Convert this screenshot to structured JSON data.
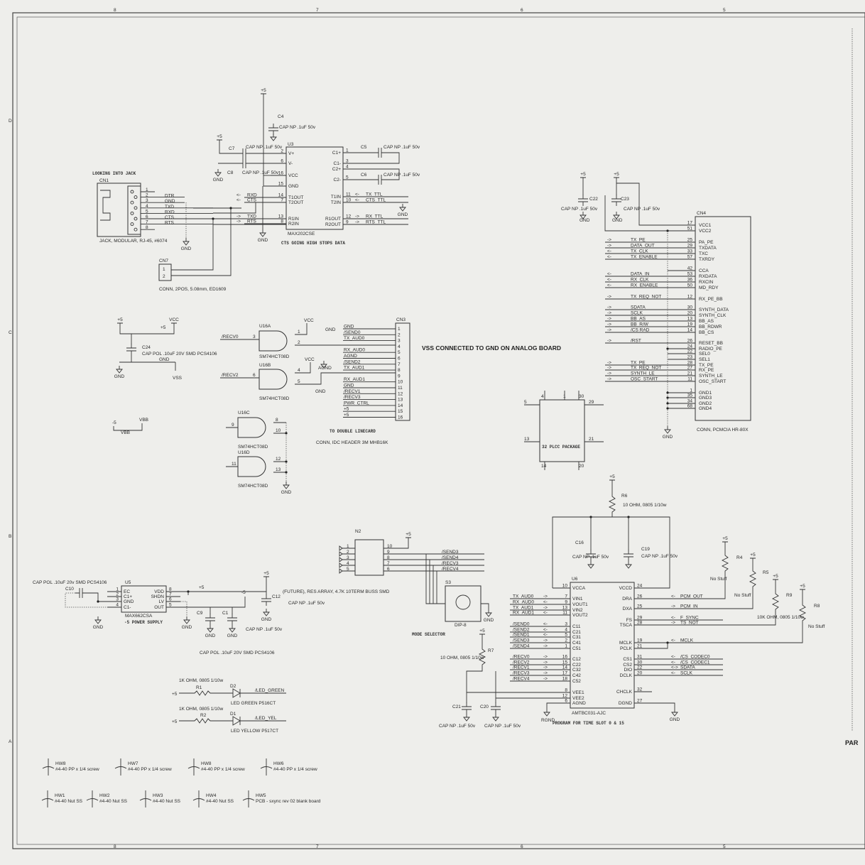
{
  "sheet": {
    "cols": [
      "8",
      "7",
      "6",
      "5"
    ],
    "rows": [
      "D",
      "C",
      "B",
      "A"
    ],
    "corner": "PAR"
  },
  "notes": {
    "looking_into_jack": "LOOKING INTO JACK",
    "cts_note": "CTS GOING HIGH STOPS DATA",
    "vss_note": "VSS CONNECTED TO GND ON ANALOG BOARD",
    "to_linecard": "TO  DOUBLE LINECARD",
    "mode_selector": "MODE SELECTOR",
    "program_note": "PROGRAM FOR TIME SLOT 0 & 15",
    "power_supply": "-5 POWER SUPPLY",
    "plcc": "32 PLCC PACKAGE",
    "res_array": "(FUTURE), RES ARRAY, 4.7K 10TERM BUSS SMD"
  },
  "power": {
    "p5": "+5",
    "m5": "-5",
    "gnd": "GND",
    "vcc": "VCC",
    "vss": "VSS",
    "vbb": "VBB",
    "agnd": "AGND",
    "rgnd": "RGND"
  },
  "cn1": {
    "ref": "CN1",
    "desc": "JACK, MODULAR, RJ-45, #6074",
    "pins": [
      "1",
      "2",
      "3",
      "4",
      "5",
      "6",
      "7",
      "8"
    ],
    "nets": [
      "",
      "DTR",
      "GND",
      "TXD",
      "RXD",
      "CTS",
      "RTS",
      ""
    ]
  },
  "cn7": {
    "ref": "CN7",
    "desc": "CONN, 2POS, 5.08mm, ED1609",
    "pins": [
      "1",
      "2"
    ]
  },
  "u3": {
    "ref": "U3",
    "part": "MAX202CSE",
    "left": [
      {
        "pin": "2",
        "name": "V+",
        "net": "",
        "dir": ""
      },
      {
        "pin": "6",
        "name": "V-",
        "net": "",
        "dir": ""
      },
      {
        "pin": "16",
        "name": "VCC",
        "net": "",
        "dir": ""
      },
      {
        "pin": "15",
        "name": "GND",
        "net": "",
        "dir": ""
      },
      {
        "pin": "14",
        "name": "T1OUT",
        "net": "RXD",
        "dir": "<-"
      },
      {
        "pin": "7",
        "name": "T2OUT",
        "net": "CTS",
        "dir": "<-"
      },
      {
        "pin": "13",
        "name": "R1IN",
        "net": "TXD",
        "dir": "->"
      },
      {
        "pin": "8",
        "name": "R2IN",
        "net": "RTS",
        "dir": "->"
      }
    ],
    "right": [
      {
        "pin": "1",
        "name": "C1+",
        "net": "",
        "dir": ""
      },
      {
        "pin": "3",
        "name": "C1-",
        "net": "",
        "dir": ""
      },
      {
        "pin": "4",
        "name": "C2+",
        "net": "",
        "dir": ""
      },
      {
        "pin": "5",
        "name": "C2-",
        "net": "",
        "dir": ""
      },
      {
        "pin": "11",
        "name": "T1IN",
        "net": "TX_TTL",
        "dir": "<-"
      },
      {
        "pin": "10",
        "name": "T2IN",
        "net": "CTS_TTL",
        "dir": "<-"
      },
      {
        "pin": "12",
        "name": "R1OUT",
        "net": "RX_TTL",
        "dir": "->"
      },
      {
        "pin": "9",
        "name": "R2OUT",
        "net": "RTS_TTL",
        "dir": "->"
      }
    ]
  },
  "caps": {
    "c4": {
      "ref": "C4",
      "val": "CAP NP .1uF 50v"
    },
    "c7": {
      "ref": "C7",
      "val": "CAP NP .1uF 50v"
    },
    "c8": {
      "ref": "C8",
      "val": "CAP NP .1uF 50v"
    },
    "c5": {
      "ref": "C5",
      "val": "CAP NP .1uF 50v"
    },
    "c6": {
      "ref": "C6",
      "val": "CAP NP .1uF 50v"
    },
    "c22": {
      "ref": "C22",
      "val": "CAP NP .1uF 50v"
    },
    "c23": {
      "ref": "C23",
      "val": "CAP NP .1uF 50v"
    },
    "c24": {
      "ref": "C24",
      "val": "CAP POL .10uF 20V SMD PCS4106"
    },
    "c10": {
      "ref": "C10",
      "val": "CAP POL .10uF 20v SMD PCS4106"
    },
    "c9": {
      "ref": "C9",
      "val": "CAP POL .10uF 20V SMD PCS4106"
    },
    "c1": {
      "ref": "C1",
      "val": "CAP NP .1uF 50v"
    },
    "c12": {
      "ref": "C12",
      "val": "CAP NP .1uF 50v"
    },
    "c16": {
      "ref": "C16",
      "val": "CAP NP .1uF 50v"
    },
    "c19": {
      "ref": "C19",
      "val": "CAP NP .1uF 50v"
    },
    "c21": {
      "ref": "C21",
      "val": "CAP NP .1uF 50v"
    },
    "c20": {
      "ref": "C20",
      "val": "CAP NP .1uF 50v"
    },
    "cn2cap": {
      "val": "CAP NP .1uF 50v"
    }
  },
  "u16": {
    "a": "U16A",
    "b": "U16B",
    "c": "U16C",
    "d": "U16D",
    "part": "SM74HCT08D",
    "a_in": "/RECV0",
    "a_pins": [
      "3",
      "1",
      "2"
    ],
    "b_in": "/RECV2",
    "b_pins": [
      "6",
      "4",
      "5"
    ],
    "c_pins": [
      "9",
      "8",
      "10"
    ],
    "d_pins": [
      "11",
      "12",
      "13"
    ]
  },
  "cn3": {
    "ref": "CN3",
    "desc": "CONN, IDC HEADER 3M MHB16K",
    "pins": [
      "1",
      "2",
      "3",
      "4",
      "5",
      "6",
      "7",
      "8",
      "9",
      "10",
      "11",
      "12",
      "13",
      "14",
      "15",
      "16"
    ],
    "nets": [
      "GND",
      "/SEND0",
      "TX_AUD0",
      "",
      "RX_AUD0",
      "AGND",
      "/SEND2",
      "TX_AUD1",
      "",
      "RX_AUD1",
      "GND",
      "/RECV1",
      "/RECV3",
      "PWR_CTRL",
      "+5",
      "+5"
    ]
  },
  "plcc_pins": [
    "5",
    "4",
    "1",
    "30",
    "29",
    "13",
    "21",
    "14",
    "20"
  ],
  "cn4": {
    "ref": "CN4",
    "desc": "CONN, PCMCIA HR-80X",
    "pins": [
      {
        "pin": "17",
        "name": "VCC1",
        "net": "",
        "dir": ""
      },
      {
        "pin": "51",
        "name": "VCC2",
        "net": "",
        "dir": ""
      },
      {
        "pin": "25",
        "name": "PA_PE",
        "net": "TX_PE",
        "dir": "->"
      },
      {
        "pin": "29",
        "name": "TXDATA",
        "net": "DATA_OUT",
        "dir": "->"
      },
      {
        "pin": "33",
        "name": "TXC",
        "net": "TX_CLK",
        "dir": "<-"
      },
      {
        "pin": "57",
        "name": "TXRDY",
        "net": "TX_ENABLE",
        "dir": "<-"
      },
      {
        "pin": "42",
        "name": "CCA",
        "net": "",
        "dir": ""
      },
      {
        "pin": "53",
        "name": "RXDATA",
        "net": "DATA_IN",
        "dir": "<-"
      },
      {
        "pin": "36",
        "name": "RXCIN",
        "net": "RX_CLK",
        "dir": "<-"
      },
      {
        "pin": "50",
        "name": "MD_RDY",
        "net": "RX_ENABLE",
        "dir": "<-"
      },
      {
        "pin": "12",
        "name": "RX_PE_BB",
        "net": "TX_REQ_NOT",
        "dir": "->"
      },
      {
        "pin": "30",
        "name": "SYNTH_DATA",
        "net": "SDATA",
        "dir": "->"
      },
      {
        "pin": "20",
        "name": "SYNTH_CLK",
        "net": "SCLK",
        "dir": "->"
      },
      {
        "pin": "13",
        "name": "BB_AS",
        "net": "BB_AS",
        "dir": "->"
      },
      {
        "pin": "19",
        "name": "BB_RDWR",
        "net": "BB_R/W",
        "dir": "->"
      },
      {
        "pin": "14",
        "name": "BB_CS",
        "net": "/CS RAD",
        "dir": "->"
      },
      {
        "pin": "26",
        "name": "RESET_BB",
        "net": "/RST",
        "dir": "->"
      },
      {
        "pin": "24",
        "name": "RADIO_PE",
        "net": "",
        "dir": ""
      },
      {
        "pin": "22",
        "name": "SEL0",
        "net": "",
        "dir": ""
      },
      {
        "pin": "23",
        "name": "SEL1",
        "net": "",
        "dir": ""
      },
      {
        "pin": "28",
        "name": "TX_PE",
        "net": "TX_PE",
        "dir": "->"
      },
      {
        "pin": "27",
        "name": "RX_PE",
        "net": "TX_REQ_NOT",
        "dir": "->"
      },
      {
        "pin": "21",
        "name": "SYNTH_LE",
        "net": "SYNTH_LE",
        "dir": "->"
      },
      {
        "pin": "11",
        "name": "OSC_START",
        "net": "OSC_START",
        "dir": "->"
      },
      {
        "pin": "1",
        "name": "GND1",
        "net": "",
        "dir": ""
      },
      {
        "pin": "35",
        "name": "GND3",
        "net": "",
        "dir": ""
      },
      {
        "pin": "34",
        "name": "GND2",
        "net": "",
        "dir": ""
      },
      {
        "pin": "68",
        "name": "GND4",
        "net": "",
        "dir": ""
      }
    ]
  },
  "n2": {
    "ref": "N2",
    "left": [
      "1",
      "2",
      "3",
      "4",
      "5"
    ],
    "right": [
      "10",
      "9",
      "8",
      "7",
      "6"
    ],
    "nets": [
      "/SEND3",
      "/SEND4",
      "/RECV3",
      "/RECV4"
    ]
  },
  "s3": {
    "ref": "S3",
    "desc": "DIP-8"
  },
  "u5": {
    "ref": "U5",
    "part": "MAX662CSA",
    "left": [
      {
        "pin": "1",
        "name": "EC"
      },
      {
        "pin": "2",
        "name": "C1+"
      },
      {
        "pin": "3",
        "name": "GND"
      },
      {
        "pin": "4",
        "name": "C1-"
      }
    ],
    "right": [
      {
        "pin": "8",
        "name": "VDD"
      },
      {
        "pin": "7",
        "name": "SHDN"
      },
      {
        "pin": "6",
        "name": "LV"
      },
      {
        "pin": "5",
        "name": "OUT"
      }
    ]
  },
  "leds": {
    "r1": {
      "ref": "R1",
      "val": "1K OHM, 0805 1/10w"
    },
    "d2": {
      "ref": "D2",
      "net": "/LED_GREEN",
      "part": "LED GREEN P516CT"
    },
    "r2": {
      "ref": "R2",
      "val": "1K OHM, 0805 1/10w"
    },
    "d1": {
      "ref": "D1",
      "net": "/LED_YEL",
      "part": "LED YELLOW P517CT"
    }
  },
  "u6": {
    "ref": "U6",
    "part": "AMTBC031-AJC",
    "left": [
      {
        "pin": "10",
        "name": "VCCA",
        "net": "",
        "dir": ""
      },
      {
        "pin": "7",
        "name": "VIN1",
        "net": "TX_AUD0",
        "dir": "->"
      },
      {
        "pin": "9",
        "name": "VOUT1",
        "net": "RX_AUD0",
        "dir": "<-"
      },
      {
        "pin": "13",
        "name": "VIN2",
        "net": "TX_AUD1",
        "dir": "->"
      },
      {
        "pin": "11",
        "name": "VOUT2",
        "net": "RX_AUD1",
        "dir": "<-"
      },
      {
        "pin": "3",
        "name": "C11",
        "net": "/SEND0",
        "dir": "<-"
      },
      {
        "pin": "4",
        "name": "C21",
        "net": "/SEND2",
        "dir": "<-"
      },
      {
        "pin": "5",
        "name": "C31",
        "net": "/SEND1",
        "dir": "<-"
      },
      {
        "pin": "2",
        "name": "C41",
        "net": "/SEND3",
        "dir": "->"
      },
      {
        "pin": "1",
        "name": "C51",
        "net": "/SEND4",
        "dir": "->"
      },
      {
        "pin": "16",
        "name": "C12",
        "net": "/RECV0",
        "dir": "->"
      },
      {
        "pin": "15",
        "name": "C22",
        "net": "/RECV2",
        "dir": "->"
      },
      {
        "pin": "14",
        "name": "C32",
        "net": "/RECV1",
        "dir": "->"
      },
      {
        "pin": "17",
        "name": "C42",
        "net": "/RECV3",
        "dir": "->"
      },
      {
        "pin": "18",
        "name": "C52",
        "net": "/RECV4",
        "dir": "->"
      },
      {
        "pin": "8",
        "name": "VEE1",
        "net": "",
        "dir": ""
      },
      {
        "pin": "12",
        "name": "VEE2",
        "net": "",
        "dir": ""
      },
      {
        "pin": "6",
        "name": "AGND",
        "net": "",
        "dir": ""
      }
    ],
    "right": [
      {
        "pin": "24",
        "name": "VCCD",
        "net": "",
        "dir": ""
      },
      {
        "pin": "26",
        "name": "DRA",
        "net": "PCM_OUT",
        "dir": "<-"
      },
      {
        "pin": "25",
        "name": "DXA",
        "net": "PCM_IN",
        "dir": "->"
      },
      {
        "pin": "29",
        "name": "FS",
        "net": "F_SYNC",
        "dir": "<-"
      },
      {
        "pin": "28",
        "name": "TSCA",
        "net": "TS_NOT",
        "dir": "->"
      },
      {
        "pin": "19",
        "name": "MCLK",
        "net": "MCLK",
        "dir": "<-"
      },
      {
        "pin": "21",
        "name": "PCLK",
        "net": "",
        "dir": ""
      },
      {
        "pin": "31",
        "name": "CS1",
        "net": "/CS_CODEC0",
        "dir": "<-"
      },
      {
        "pin": "30",
        "name": "CS2",
        "net": "/CS_CODEC1",
        "dir": "<-"
      },
      {
        "pin": "22",
        "name": "DIO",
        "net": "SDATA",
        "dir": "<->"
      },
      {
        "pin": "20",
        "name": "DCLK",
        "net": "SCLK",
        "dir": "<-"
      },
      {
        "pin": "32",
        "name": "CHCLK",
        "net": "",
        "dir": ""
      },
      {
        "pin": "27",
        "name": "DGND",
        "net": "",
        "dir": ""
      }
    ]
  },
  "resistors": {
    "r6": {
      "ref": "R6",
      "val": "10 OHM, 0805 1/10w"
    },
    "r7": {
      "ref": "R7",
      "val": "10 OHM, 0805 1/10w"
    },
    "r4": {
      "ref": "R4",
      "val": "No Stuff"
    },
    "r5": {
      "ref": "R5",
      "val": "No Stuff"
    },
    "r9": {
      "ref": "R9",
      "val": "10K OHM, 0805 1/10w"
    },
    "r8": {
      "ref": "R8",
      "val": "No Stuff"
    }
  },
  "hardware": [
    {
      "ref": "HW8",
      "desc": "#4-40 PP x 1/4 screw"
    },
    {
      "ref": "HW7",
      "desc": "#4-40 PP x 1/4 screw"
    },
    {
      "ref": "HW8",
      "desc": "#4-40 PP x 1/4 screw"
    },
    {
      "ref": "HW6",
      "desc": "#4-40 PP x 1/4 screw"
    },
    {
      "ref": "HW1",
      "desc": "#4-40 Nut SS"
    },
    {
      "ref": "HW2",
      "desc": "#4-40 Nut SS"
    },
    {
      "ref": "HW3",
      "desc": "#4-40 Nut SS"
    },
    {
      "ref": "HW4",
      "desc": "#4-40 Nut SS"
    },
    {
      "ref": "HW5",
      "desc": "PCB - sxync rev 02 blank board"
    }
  ]
}
